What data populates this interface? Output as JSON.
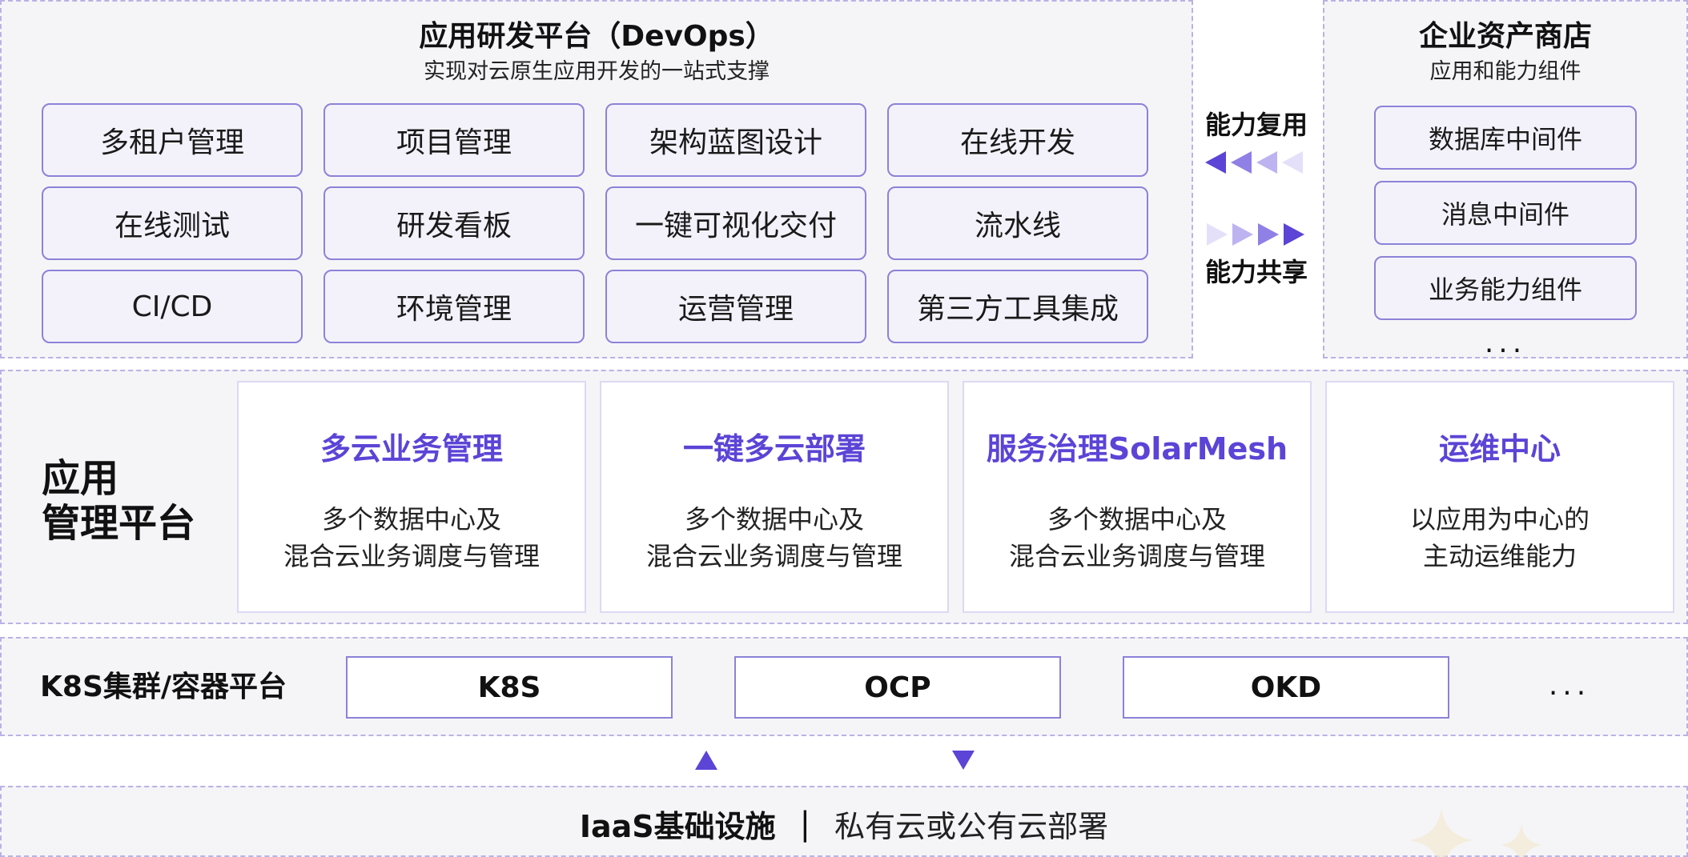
{
  "devops": {
    "title": "应用研发平台（DevOps）",
    "subtitle": "实现对云原生应用开发的一站式支撑",
    "items": [
      "多租户管理",
      "项目管理",
      "架构蓝图设计",
      "在线开发",
      "在线测试",
      "研发看板",
      "一键可视化交付",
      "流水线",
      "CI/CD",
      "环境管理",
      "运营管理",
      "第三方工具集成"
    ]
  },
  "exchange": {
    "reuse_label": "能力复用",
    "share_label": "能力共享"
  },
  "store": {
    "title": "企业资产商店",
    "subtitle": "应用和能力组件",
    "items": [
      "数据库中间件",
      "消息中间件",
      "业务能力组件"
    ],
    "more": "..."
  },
  "app_mgmt": {
    "label_line1": "应用",
    "label_line2": "管理平台",
    "cards": [
      {
        "title": "多云业务管理",
        "desc_line1": "多个数据中心及",
        "desc_line2": "混合云业务调度与管理"
      },
      {
        "title": "一键多云部署",
        "desc_line1": "多个数据中心及",
        "desc_line2": "混合云业务调度与管理"
      },
      {
        "title": "服务治理SolarMesh",
        "desc_line1": "多个数据中心及",
        "desc_line2": "混合云业务调度与管理"
      },
      {
        "title": "运维中心",
        "desc_line1": "以应用为中心的",
        "desc_line2": "主动运维能力"
      }
    ]
  },
  "k8s": {
    "label": "K8S集群/容器平台",
    "items": [
      "K8S",
      "OCP",
      "OKD"
    ],
    "more": "..."
  },
  "iaas": {
    "title": "IaaS基础设施",
    "separator": "|",
    "desc": "私有云或公有云部署"
  },
  "colors": {
    "accent": "#5b44d6",
    "border": "#8c82d8",
    "panel_bg": "#f5f5f8",
    "tile_bg": "#f3f2fb"
  }
}
